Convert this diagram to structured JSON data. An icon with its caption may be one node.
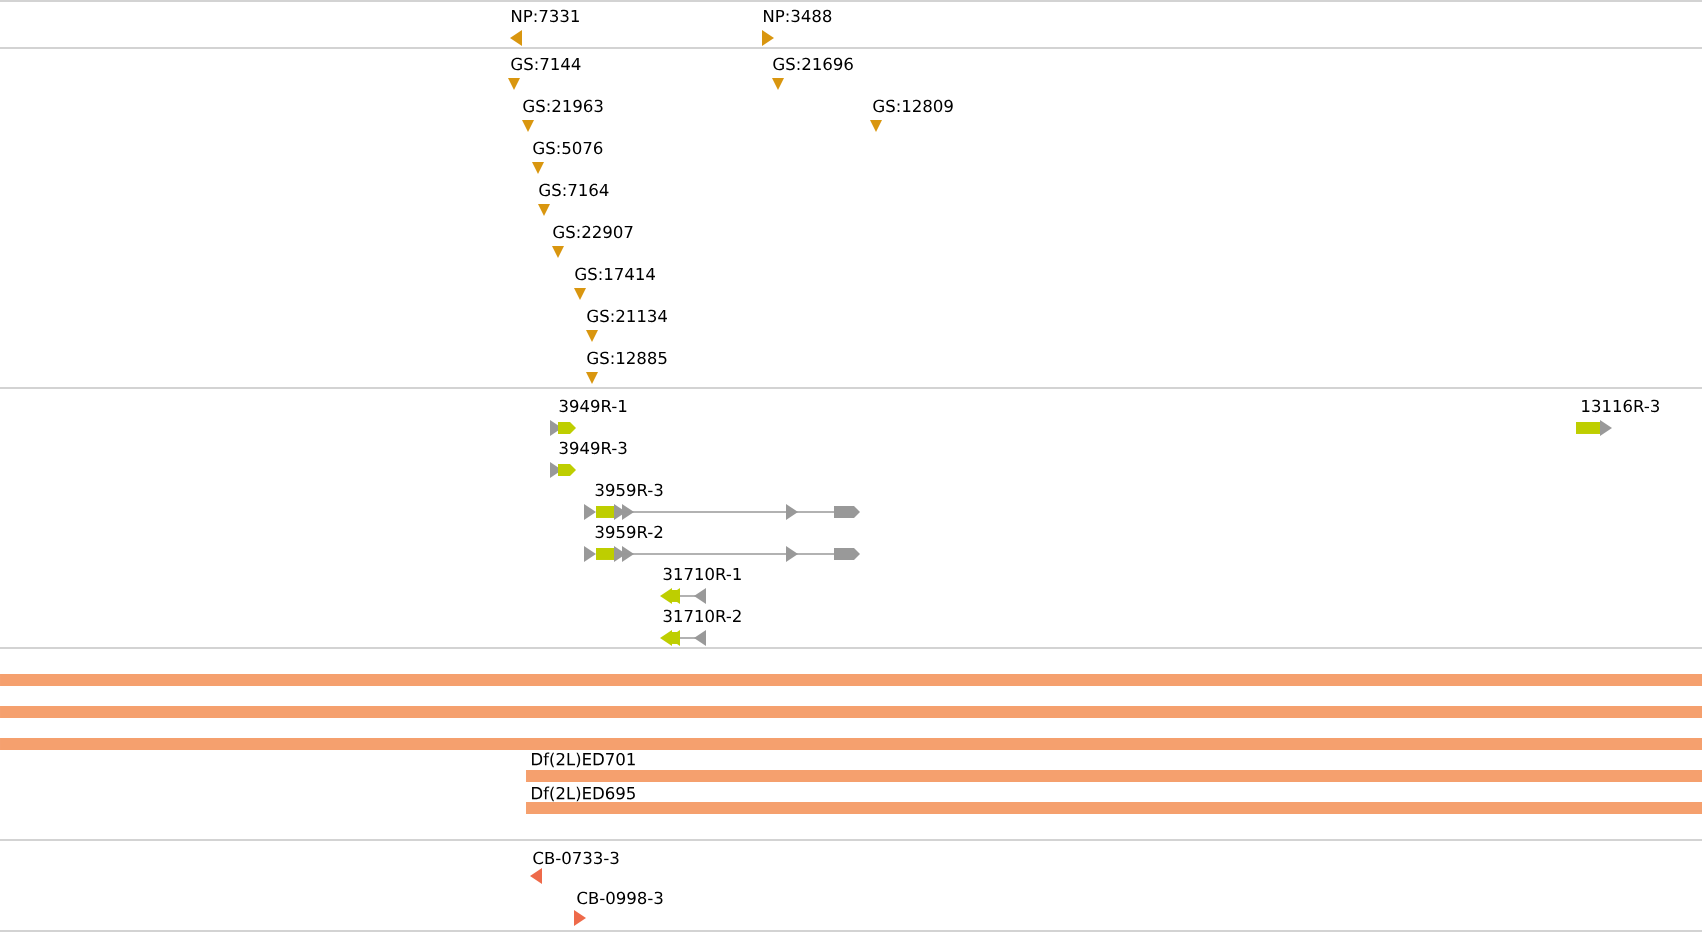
{
  "diagram": {
    "labels": [
      "NP:7331",
      "NP:3488",
      "GS:7144",
      "GS:21963",
      "GS:5076",
      "GS:7164",
      "GS:22907",
      "GS:17414",
      "GS:21134",
      "GS:12885",
      "GS:21696",
      "GS:12809",
      "3949R-1",
      "3949R-3",
      "3959R-3",
      "3959R-2",
      "31710R-1",
      "31710R-2",
      "13116R-3",
      "Df(2L)ED701",
      "Df(2L)ED695",
      "CB-0733-3",
      "CB-0998-3"
    ]
  }
}
